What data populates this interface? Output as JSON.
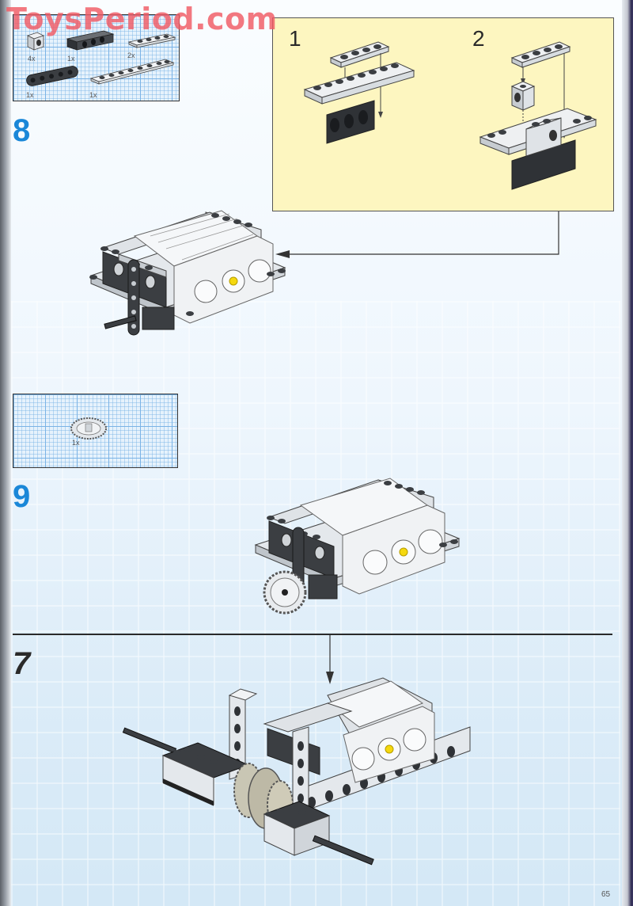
{
  "watermark": "ToysPeriod.com",
  "page_number": "65",
  "colors": {
    "step_number_blue": "#1a87d8",
    "subassembly_bg": "#fdf6c0",
    "grid_line": "#7ab3e6",
    "brick_light_gray": "#d4d9de",
    "brick_dark_gray": "#3b3e42",
    "accent_yellow": "#f5d80f"
  },
  "parts_list_step8": {
    "items": [
      {
        "icon": "technic-brick-1x1-light-gray-icon",
        "qty": "4x"
      },
      {
        "icon": "technic-brick-1x4-dark-gray-icon",
        "qty": "1x"
      },
      {
        "icon": "plate-1x4-light-gray-icon",
        "qty": "2x"
      },
      {
        "icon": "technic-liftarm-1x5-dark-gray-icon",
        "qty": "1x"
      },
      {
        "icon": "plate-1x8-light-gray-icon",
        "qty": "1x"
      }
    ]
  },
  "subassembly": {
    "steps": [
      {
        "label": "1"
      },
      {
        "label": "2"
      }
    ]
  },
  "steps": [
    {
      "number": "8",
      "color": "blue"
    },
    {
      "number": "9",
      "color": "blue"
    },
    {
      "number": "7",
      "color": "black"
    }
  ],
  "parts_list_step9": {
    "items": [
      {
        "icon": "gear-24-tooth-light-gray-icon",
        "qty": "1x"
      }
    ]
  }
}
